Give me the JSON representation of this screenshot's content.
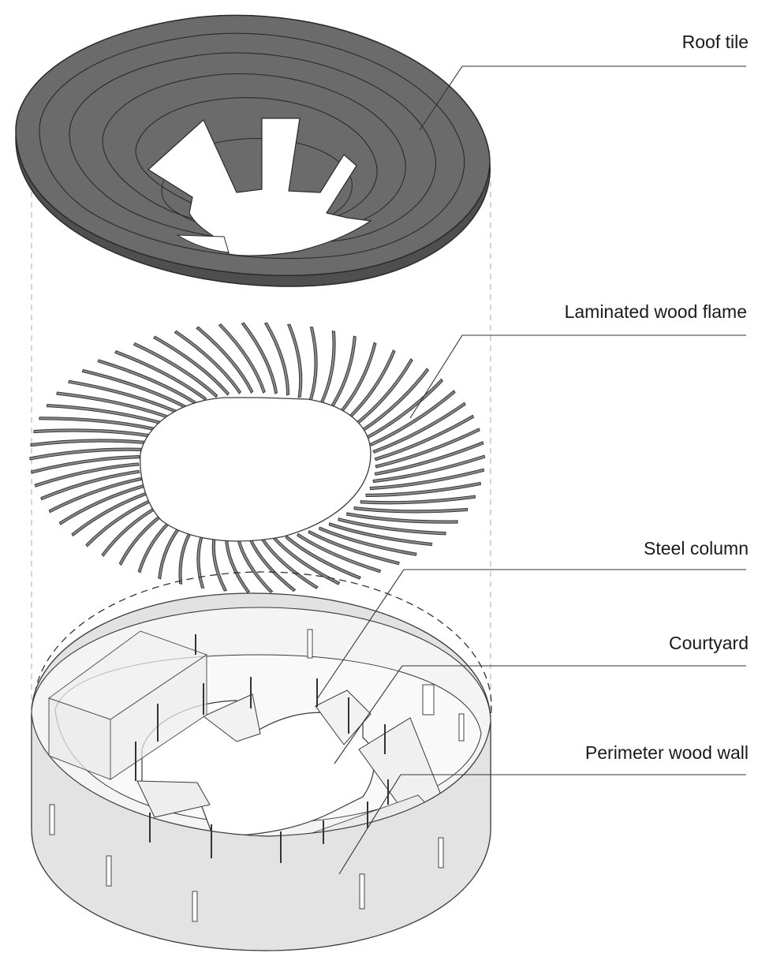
{
  "labels": {
    "roof_tile": "Roof tile",
    "laminated_wood_flame": "Laminated wood flame",
    "steel_column": "Steel column",
    "courtyard": "Courtyard",
    "perimeter_wood_wall": "Perimeter wood wall"
  },
  "colors": {
    "roof_fill": "#6b6b6b",
    "roof_edge": "#2a2a2a",
    "rib_fill": "#8a8a8a",
    "rib_edge": "#3a3a3a",
    "wall_fill": "#e2e2e2",
    "floor_fill": "#f7f7f7",
    "leader_line": "#333333",
    "guide_line": "#a8a8a8"
  }
}
